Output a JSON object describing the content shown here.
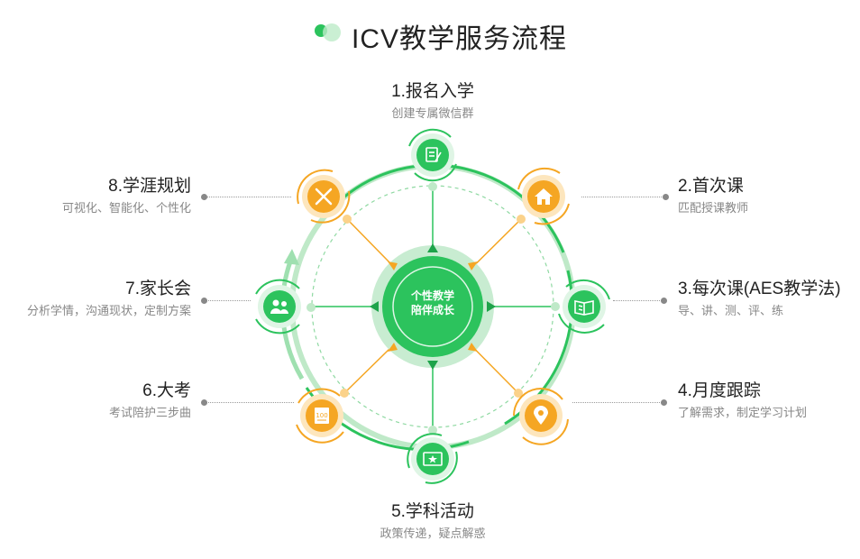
{
  "title": "ICV教学服务流程",
  "center": {
    "line1": "个性教学",
    "line2": "陪伴成长"
  },
  "colors": {
    "green": "#2cc35d",
    "light_green": "#bfe9c8",
    "orange": "#f5a623",
    "light_orange": "#fbd28a"
  },
  "steps": [
    {
      "title": "1.报名入学",
      "desc": "创建专属微信群",
      "icon": "notebook-pen-icon",
      "color": "green"
    },
    {
      "title": "2.首次课",
      "desc": "匹配授课教师",
      "icon": "house-icon",
      "color": "orange"
    },
    {
      "title": "3.每次课(AES教学法)",
      "desc": "导、讲、测、评、练",
      "icon": "open-book-icon",
      "color": "green"
    },
    {
      "title": "4.月度跟踪",
      "desc": "了解需求，制定学习计划",
      "icon": "map-pin-icon",
      "color": "orange"
    },
    {
      "title": "5.学科活动",
      "desc": "政策传递，疑点解惑",
      "icon": "star-board-icon",
      "color": "green"
    },
    {
      "title": "6.大考",
      "desc": "考试陪护三步曲",
      "icon": "exam-paper-icon",
      "color": "orange"
    },
    {
      "title": "7.家长会",
      "desc": "分析学情，沟通现状，定制方案",
      "icon": "parents-icon",
      "color": "green"
    },
    {
      "title": "8.学涯规划",
      "desc": "可视化、智能化、个性化",
      "icon": "ruler-pencil-icon",
      "color": "orange"
    }
  ]
}
